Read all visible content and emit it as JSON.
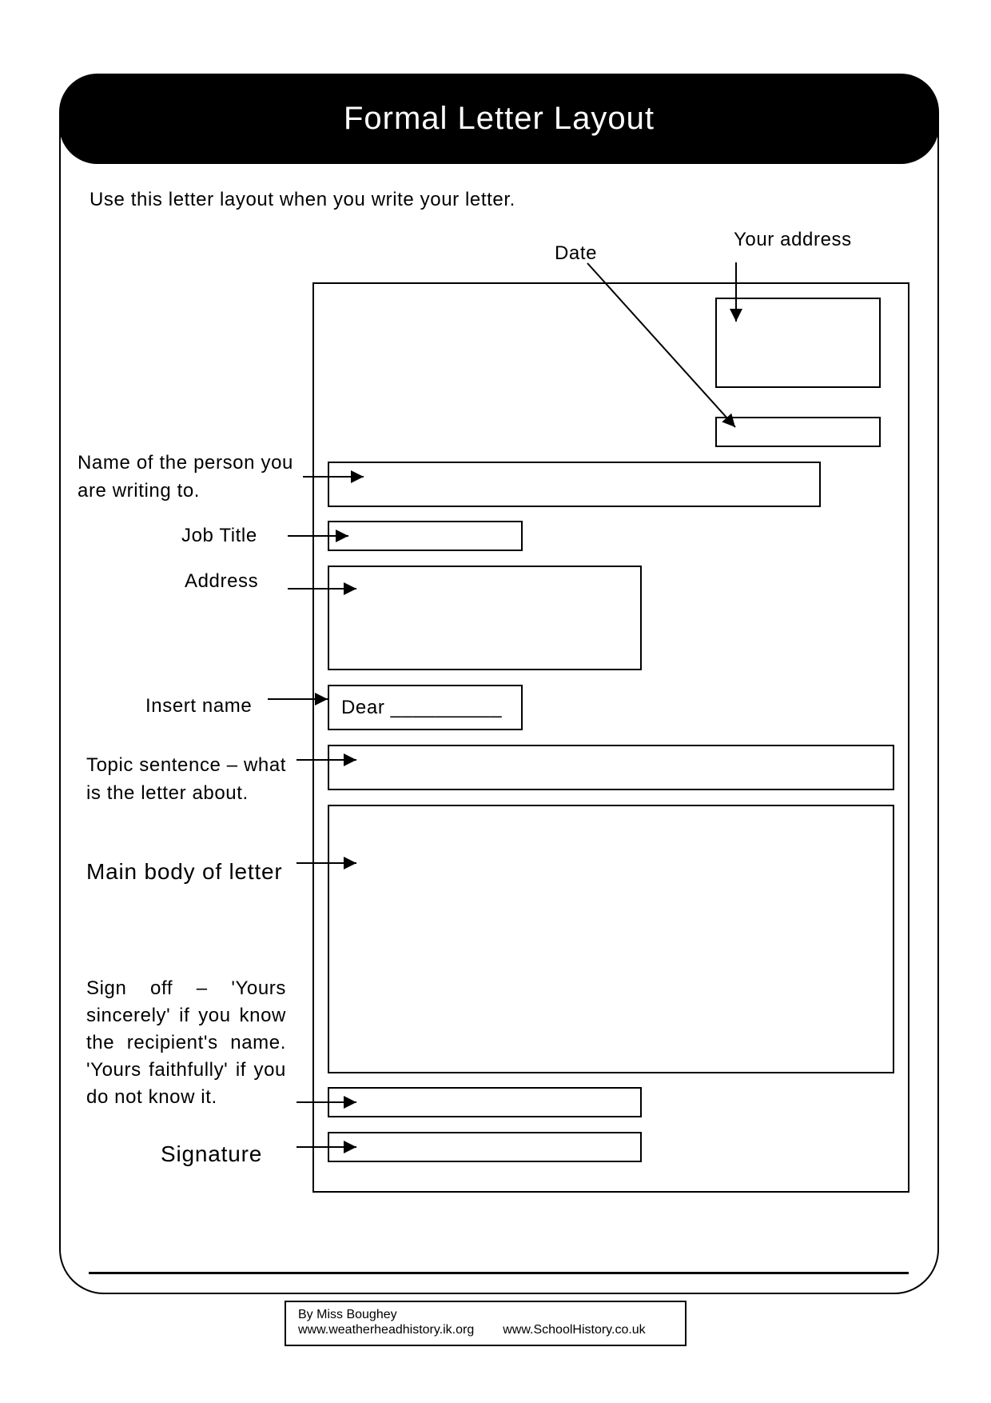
{
  "header": {
    "title": "Formal Letter Layout"
  },
  "intro": "Use this letter layout when you write your letter.",
  "top_labels": {
    "your_address": "Your address",
    "date": "Date"
  },
  "side_labels": {
    "recipient_name": "Name of the person you are writing to.",
    "job_title": "Job Title",
    "address": "Address",
    "insert_name": "Insert name",
    "topic_sentence": "Topic sentence – what is the letter about.",
    "main_body": "Main body of letter",
    "sign_off": "Sign off – 'Yours sincerely' if you know the recipient's name. 'Yours faithfully' if you do not know it.",
    "signature": "Signature"
  },
  "letter": {
    "salutation": "Dear __________"
  },
  "credit": {
    "author": "By Miss Boughey",
    "site1": "www.weatherheadhistory.ik.org",
    "site2": "www.SchoolHistory.co.uk"
  }
}
